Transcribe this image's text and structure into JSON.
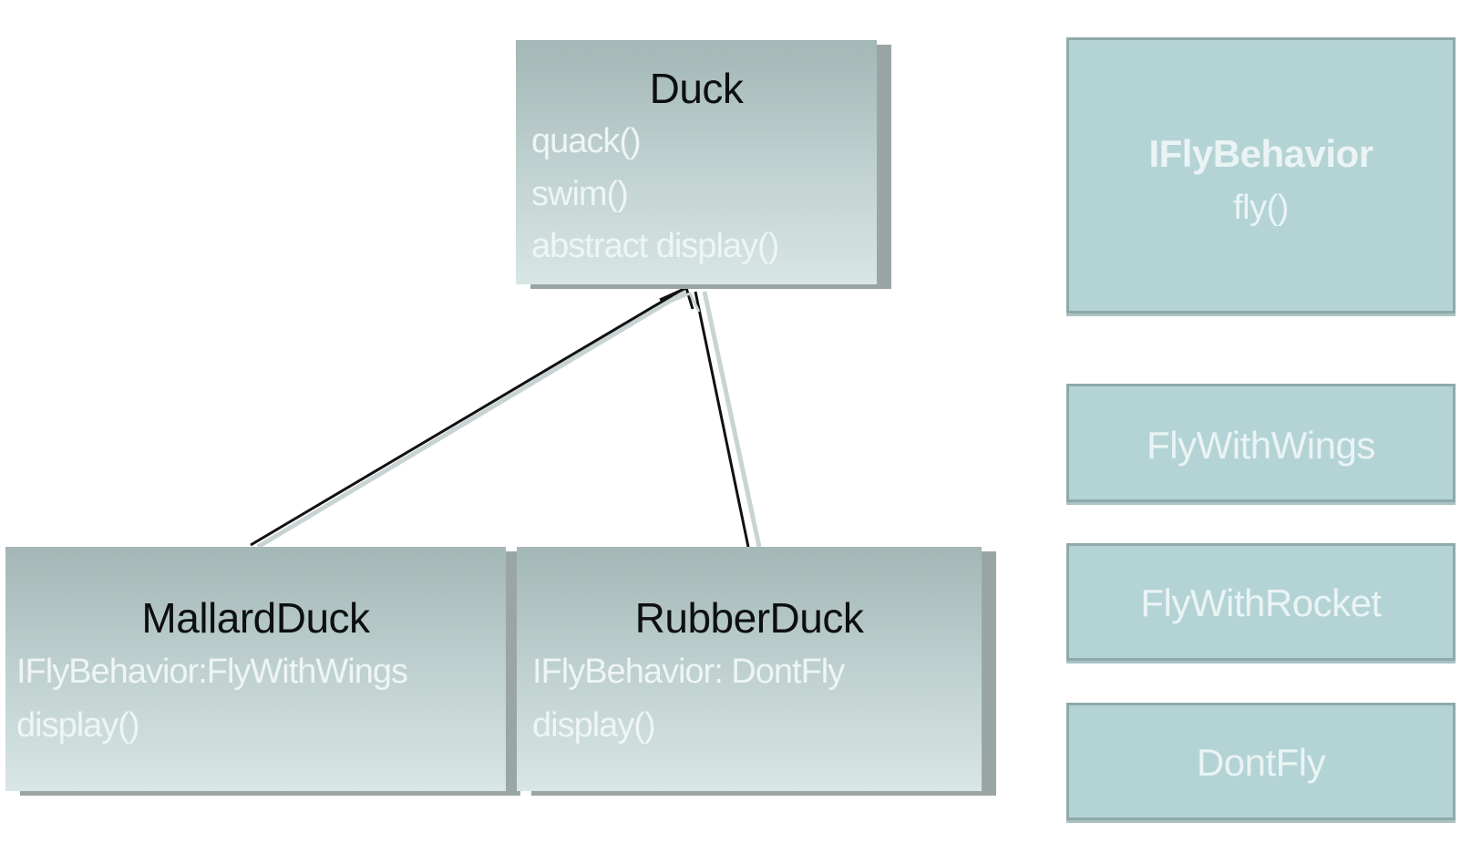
{
  "duck": {
    "name": "Duck",
    "members": [
      "quack()",
      "swim()",
      "abstract display()"
    ]
  },
  "mallard": {
    "name": "MallardDuck",
    "members": [
      "IFlyBehavior:FlyWithWings",
      "display()"
    ]
  },
  "rubber": {
    "name": "RubberDuck",
    "members": [
      "IFlyBehavior: DontFly",
      "display()"
    ]
  },
  "interface": {
    "name": "IFlyBehavior",
    "method": "fly()"
  },
  "behaviors": [
    "FlyWithWings",
    "FlyWithRocket",
    "DontFly"
  ],
  "colors": {
    "class_box_top": "#a3b7b6",
    "class_box_bottom": "#d8e6e5",
    "behavior_box": "#b4d3d5",
    "title_text": "#0d0f10",
    "member_text": "#eef5f5"
  }
}
